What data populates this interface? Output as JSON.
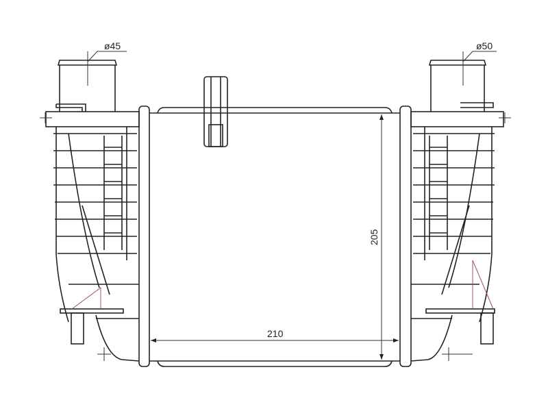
{
  "drawing": {
    "inlet_diameter_label": "ø45",
    "outlet_diameter_label": "ø50",
    "height_dimension_label": "205",
    "width_dimension_label": "210"
  }
}
